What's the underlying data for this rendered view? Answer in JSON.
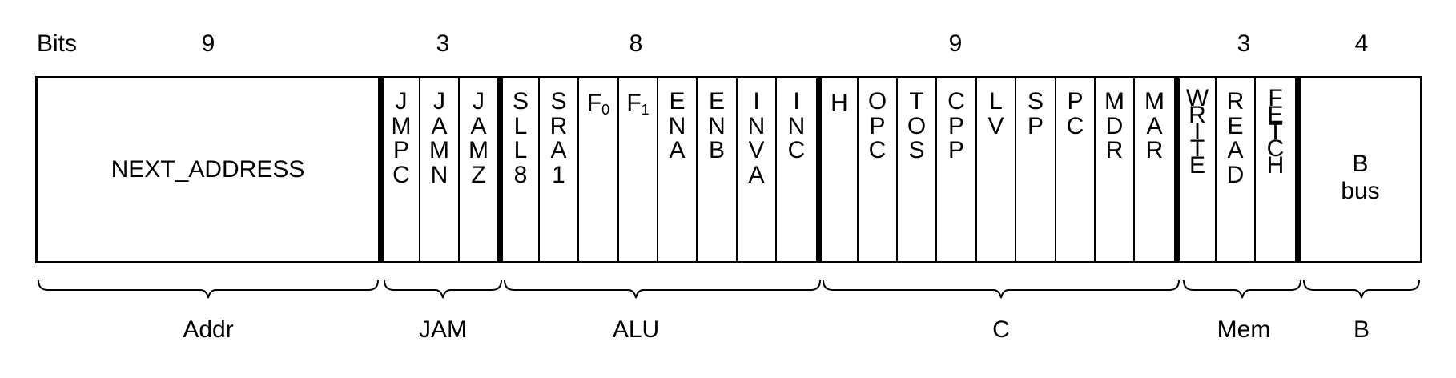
{
  "header": {
    "bits_label": "Bits"
  },
  "groups": [
    {
      "key": "addr",
      "name": "Addr",
      "bits": "9"
    },
    {
      "key": "jam",
      "name": "JAM",
      "bits": "3"
    },
    {
      "key": "alu",
      "name": "ALU",
      "bits": "8"
    },
    {
      "key": "c",
      "name": "C",
      "bits": "9"
    },
    {
      "key": "mem",
      "name": "Mem",
      "bits": "3"
    },
    {
      "key": "b",
      "name": "B",
      "bits": "4"
    }
  ],
  "fields": {
    "next_address": "NEXT_ADDRESS",
    "jam": [
      "JMPC",
      "JAMN",
      "JAMZ"
    ],
    "alu": [
      "SLL8",
      "SRA1",
      "F0",
      "F1",
      "ENA",
      "ENB",
      "INVA",
      "INC"
    ],
    "c": [
      "H",
      "OPC",
      "TOS",
      "CPP",
      "LV",
      "SP",
      "PC",
      "MDR",
      "MAR"
    ],
    "mem": [
      "WRITE",
      "READ",
      "FETCH"
    ],
    "b_bus": [
      "B",
      "bus"
    ]
  },
  "colors": {
    "line": "#000000",
    "background": "#ffffff"
  }
}
